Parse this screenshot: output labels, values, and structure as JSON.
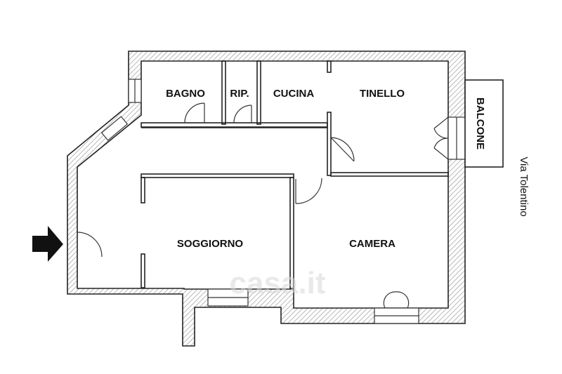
{
  "rooms": {
    "bagno": "BAGNO",
    "rip": "RIP.",
    "cucina": "CUCINA",
    "tinello": "TINELLO",
    "soggiorno": "SOGGIORNO",
    "camera": "CAMERA"
  },
  "balcone": "BALCONE",
  "street": "Via Tolentino",
  "watermark": "casa.it",
  "colors": {
    "wall": "#222222",
    "hatch": "#9a9a9a",
    "background": "#ffffff"
  },
  "icons": {
    "entrance": "arrow-right-icon"
  }
}
